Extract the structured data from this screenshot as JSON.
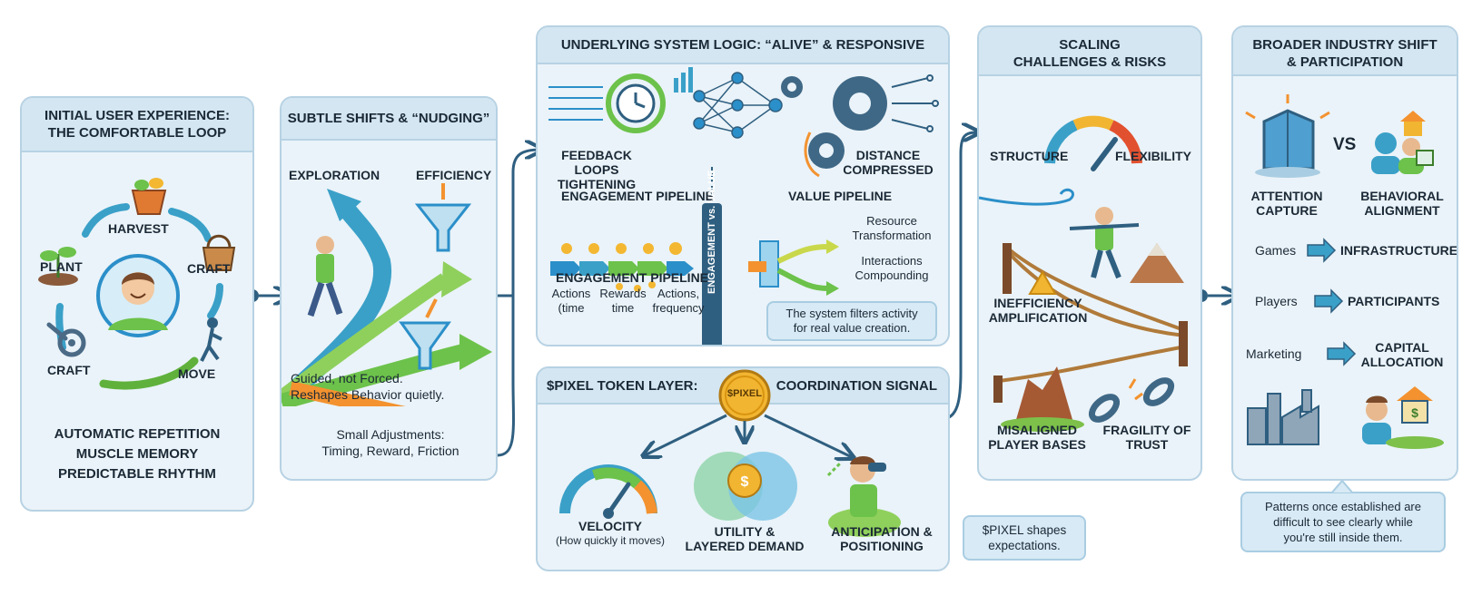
{
  "panels": {
    "p1": {
      "title_line1": "INITIAL USER EXPERIENCE:",
      "title_line2": "THE COMFORTABLE LOOP",
      "loop_labels": {
        "harvest": "HARVEST",
        "plant": "PLANT",
        "craft_right": "CRAFT",
        "craft_left": "CRAFT",
        "move": "MOVE"
      },
      "footer": [
        "AUTOMATIC REPETITION",
        "MUSCLE MEMORY",
        "PREDICTABLE RHYTHM"
      ]
    },
    "p2": {
      "title": "SUBTLE SHIFTS & “NUDGING”",
      "exploration": "EXPLORATION",
      "efficiency": "EFFICIENCY",
      "guided_line1": "Guided, not Forced.",
      "guided_line2": "Reshapes Behavior quietly.",
      "small_line1": "Small Adjustments:",
      "small_line2": "Timing, Reward, Friction"
    },
    "p3": {
      "title": "UNDERLYING SYSTEM LOGIC: “ALIVE” & RESPONSIVE",
      "feedback_line1": "FEEDBACK LOOPS",
      "feedback_line2": "TIGHTENING",
      "distance_line1": "DISTANCE",
      "distance_line2": "COMPRESSED",
      "engagement_pipeline_top": "ENGAGEMENT PIPELINE",
      "value_pipeline": "VALUE PIPELINE",
      "engagement_pipeline_bottom": "ENGAGEMENT PIPELINE",
      "actions_time_1": "Actions",
      "actions_time_2": "(time",
      "rewards_time_1": "Rewards",
      "rewards_time_2": "time",
      "actions_freq_1": "Actions,",
      "actions_freq_2": "frequency",
      "resource_1": "Resource",
      "resource_2": "Transformation",
      "interactions_1": "Interactions",
      "interactions_2": "Compounding",
      "vertical_label": "ENGAGEMENT vs. VALUE",
      "filter_note_1": "The system filters activity",
      "filter_note_2": "for real value creation."
    },
    "p4": {
      "title_left": "$PIXEL TOKEN LAYER:",
      "title_right": "COORDINATION SIGNAL",
      "coin_label": "$PIXEL",
      "velocity": "VELOCITY",
      "velocity_sub": "(How quickly it moves)",
      "utility_1": "UTILITY &",
      "utility_2": "LAYERED DEMAND",
      "anticipation_1": "ANTICIPATION &",
      "anticipation_2": "POSITIONING",
      "shapes_note_1": "$PIXEL shapes",
      "shapes_note_2": "expectations."
    },
    "p5": {
      "title_line1": "SCALING",
      "title_line2": "CHALLENGES & RISKS",
      "structure": "STRUCTURE",
      "flexibility": "FLEXIBILITY",
      "inefficiency_1": "INEFFICIENCY",
      "inefficiency_2": "AMPLIFICATION",
      "misaligned_1": "MISALIGNED",
      "misaligned_2": "PLAYER BASES",
      "fragility_1": "FRAGILITY OF",
      "fragility_2": "TRUST"
    },
    "p6": {
      "title_line1": "BROADER INDUSTRY SHIFT",
      "title_line2": "& PARTICIPATION",
      "vs": "VS",
      "attention_1": "ATTENTION",
      "attention_2": "CAPTURE",
      "behavioral_1": "BEHAVIORAL",
      "behavioral_2": "ALIGNMENT",
      "games": "Games",
      "infrastructure": "INFRASTRUCTURE",
      "players": "Players",
      "participants": "PARTICIPANTS",
      "marketing": "Marketing",
      "capital_1": "CAPITAL",
      "capital_2": "ALLOCATION",
      "patterns_1": "Patterns once established are",
      "patterns_2": "difficult to see clearly while",
      "patterns_3": "you're still inside them."
    }
  },
  "colors": {
    "panel_bg": "#eaf3f9",
    "panel_border": "#b7d2e3",
    "header_bg": "#d3e6f2",
    "connector": "#2f5f80",
    "accent_blue": "#2b8fc9",
    "accent_green": "#6cc24a",
    "accent_orange": "#f3922f",
    "coin": "#f2b531"
  }
}
